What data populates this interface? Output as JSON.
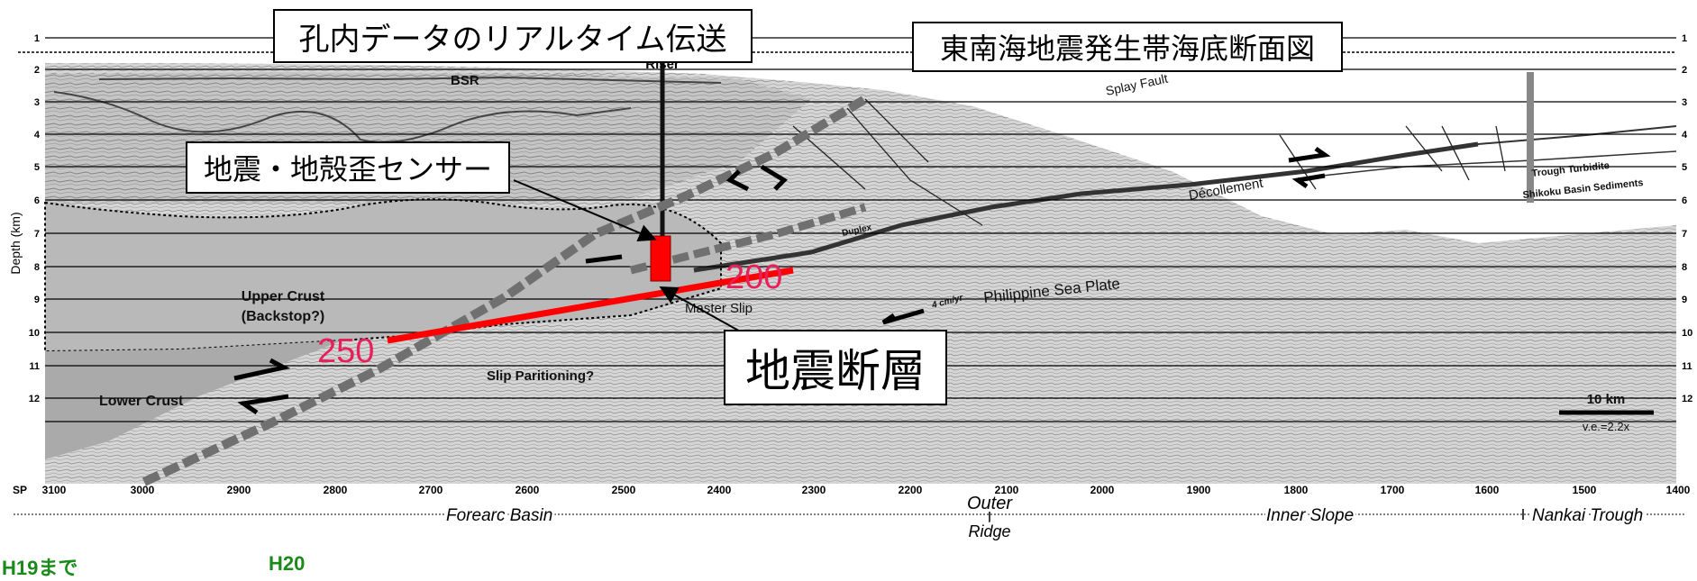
{
  "titles": {
    "realtime": "孔内データのリアルタイム伝送",
    "section": "東南海地震発生帯海底断面図",
    "sensor": "地震・地殻歪センサー",
    "fault": "地震断層"
  },
  "axis": {
    "ylabel": "Depth (km)",
    "depth_ticks": [
      "1",
      "2",
      "3",
      "4",
      "5",
      "6",
      "7",
      "8",
      "9",
      "10",
      "11",
      "12"
    ],
    "sp_label": "SP",
    "sp_ticks": [
      "3100",
      "3000",
      "2900",
      "2800",
      "2700",
      "2600",
      "2500",
      "2400",
      "2300",
      "2200",
      "2100",
      "2000",
      "1900",
      "1800",
      "1700",
      "1600",
      "1500",
      "1400"
    ]
  },
  "labels": {
    "bsr": "BSR",
    "riser": "Riser",
    "splay_fault": "Splay Fault",
    "decollement": "Décollement",
    "trough_turbidite": "Trough Turbidite",
    "shikoku": "Shikoku Basin Sediments",
    "duplex": "Duplex",
    "upper_crust_1": "Upper Crust",
    "upper_crust_2": "(Backstop?)",
    "lower_crust": "Lower Crust",
    "slip": "Slip Paritioning?",
    "master": "Master Slip",
    "philippine": "Philippine Sea Plate",
    "plate_rate": "4 cm/yr",
    "scale": "10 km",
    "ve": "v.e.=2.2x",
    "n250": "250",
    "n200": "200"
  },
  "regions": {
    "forearc": "Forearc Basin",
    "outer_1": "Outer",
    "outer_2": "Ridge",
    "inner": "Inner Slope",
    "nankai": "Nankai Trough"
  },
  "stages": {
    "h19": "H19まで",
    "h20": "H20"
  },
  "colors": {
    "fault_red": "#ff0000",
    "number_pink": "#e8205a",
    "stage_green": "#1a8a1a",
    "dashed_gray": "#707070"
  }
}
